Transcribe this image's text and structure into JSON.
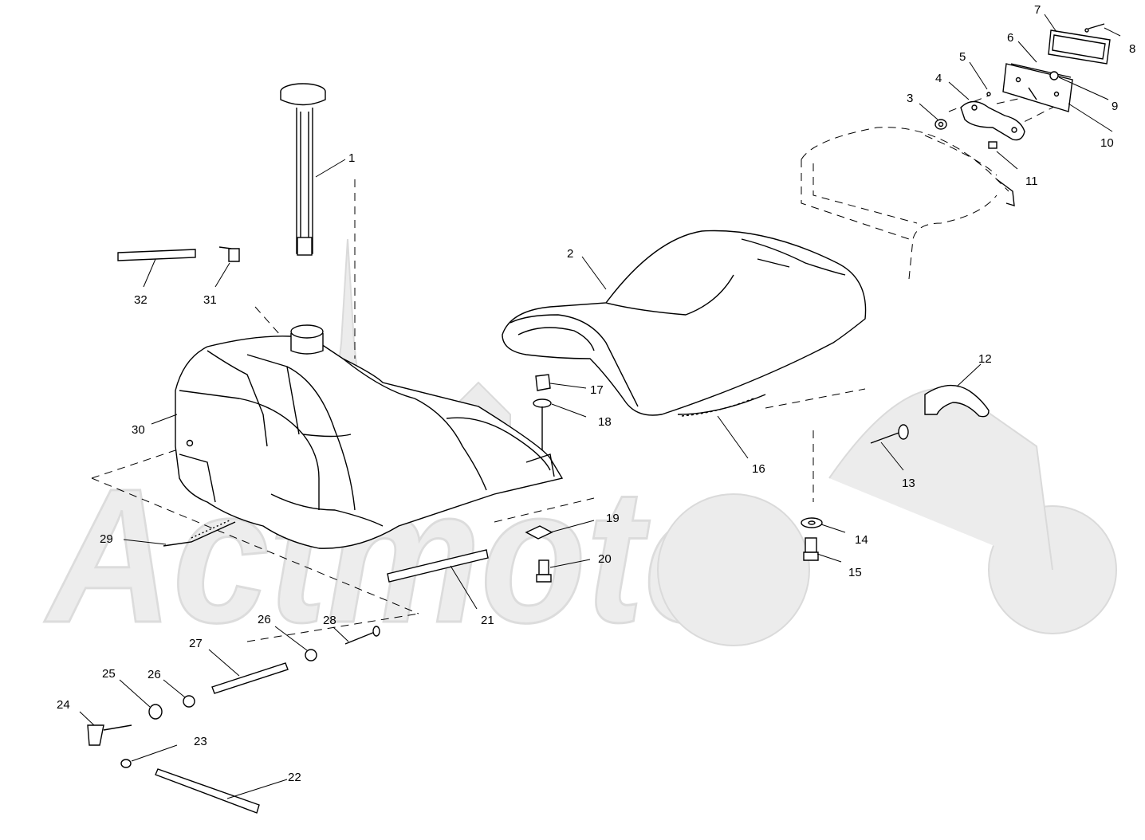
{
  "watermark": {
    "text": "Actmoto"
  },
  "callouts": [
    {
      "n": "1"
    },
    {
      "n": "2"
    },
    {
      "n": "3"
    },
    {
      "n": "4"
    },
    {
      "n": "5"
    },
    {
      "n": "6"
    },
    {
      "n": "7"
    },
    {
      "n": "8"
    },
    {
      "n": "9"
    },
    {
      "n": "10"
    },
    {
      "n": "11"
    },
    {
      "n": "12"
    },
    {
      "n": "13"
    },
    {
      "n": "14"
    },
    {
      "n": "15"
    },
    {
      "n": "16"
    },
    {
      "n": "17"
    },
    {
      "n": "18"
    },
    {
      "n": "19"
    },
    {
      "n": "20"
    },
    {
      "n": "21"
    },
    {
      "n": "22"
    },
    {
      "n": "23"
    },
    {
      "n": "24"
    },
    {
      "n": "25"
    },
    {
      "n": "26"
    },
    {
      "n": "26"
    },
    {
      "n": "27"
    },
    {
      "n": "28"
    },
    {
      "n": "29"
    },
    {
      "n": "30"
    },
    {
      "n": "31"
    },
    {
      "n": "32"
    }
  ]
}
